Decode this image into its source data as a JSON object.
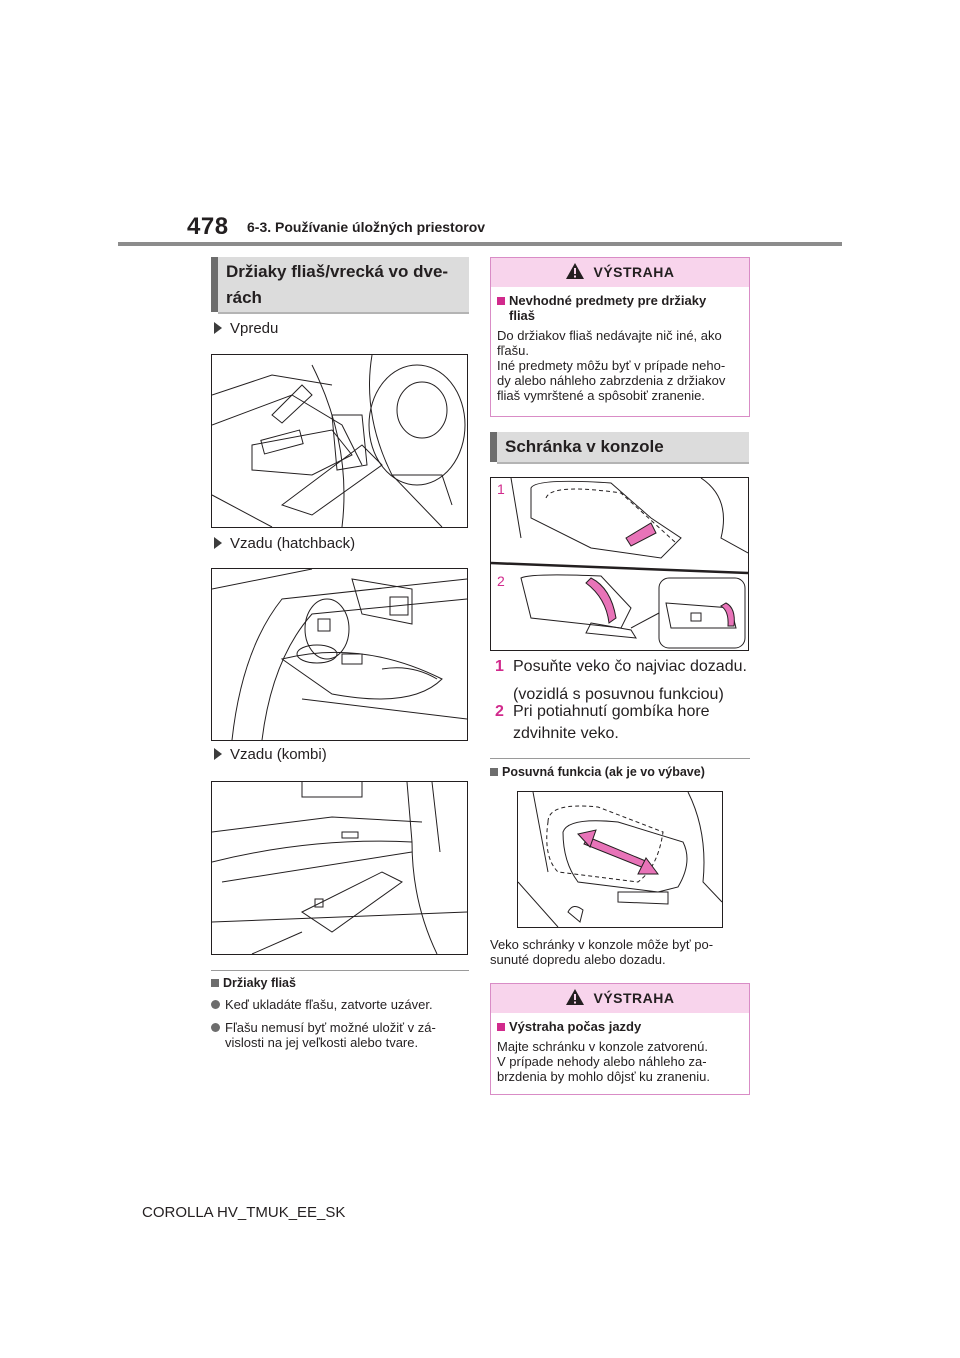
{
  "header": {
    "page_number": "478",
    "section_title": "6-3. Používanie úložných priestorov"
  },
  "left": {
    "heading_line1": "Držiaky fliaš/vrecká vo dve-",
    "heading_line2": "rách",
    "label_front": "Vpredu",
    "label_rear_hatch": "Vzadu (hatchback)",
    "label_rear_kombi": "Vzadu (kombi)",
    "bottles_title": "Držiaky fliaš",
    "bullets": [
      "Keď ukladáte fľašu, zatvorte uzáver.",
      "Fľašu nemusí byť možné uložiť v zá-",
      "vislosti na jej veľkosti alebo tvare."
    ]
  },
  "right": {
    "warning1": {
      "header": "VÝSTRAHA",
      "title_line1": "Nevhodné predmety pre držiaky",
      "title_line2": "fliaš",
      "lines": [
        "Do držiakov fliaš nedávajte nič iné, ako",
        "fľašu.",
        "Iné predmety môžu byť v prípade neho-",
        "dy alebo náhleho zabrzdenia z držiakov",
        "fliaš vymrštené a spôsobiť zranenie."
      ]
    },
    "heading_console": "Schránka v konzole",
    "figure_markers": [
      "1",
      "2"
    ],
    "steps": [
      {
        "num": "1",
        "line1": "Posuňte veko čo najviac dozadu.",
        "line2": "(vozidlá s posuvnou funkciou)"
      },
      {
        "num": "2",
        "line1": "Pri potiahnutí gombíka hore",
        "line2": "zdvihnite veko."
      }
    ],
    "sliding_title": "Posuvná funkcia (ak je vo výbave)",
    "sliding_lines": [
      "Veko schránky v konzole môže byť po-",
      "sunuté dopredu alebo dozadu."
    ],
    "warning2": {
      "header": "VÝSTRAHA",
      "title": "Výstraha počas jazdy",
      "lines": [
        "Majte schránku v konzole zatvorenú.",
        "V prípade nehody alebo náhleho za-",
        "brzdenia by mohlo dôjsť ku zraneniu."
      ]
    }
  },
  "footer": {
    "text": "COROLLA HV_TMUK_EE_SK"
  },
  "colors": {
    "accent_pink": "#d12a8c",
    "warning_header_bg": "#f8d4ec",
    "heading_bg": "#dcdcdc",
    "arrow_fill": "#e873b8"
  }
}
